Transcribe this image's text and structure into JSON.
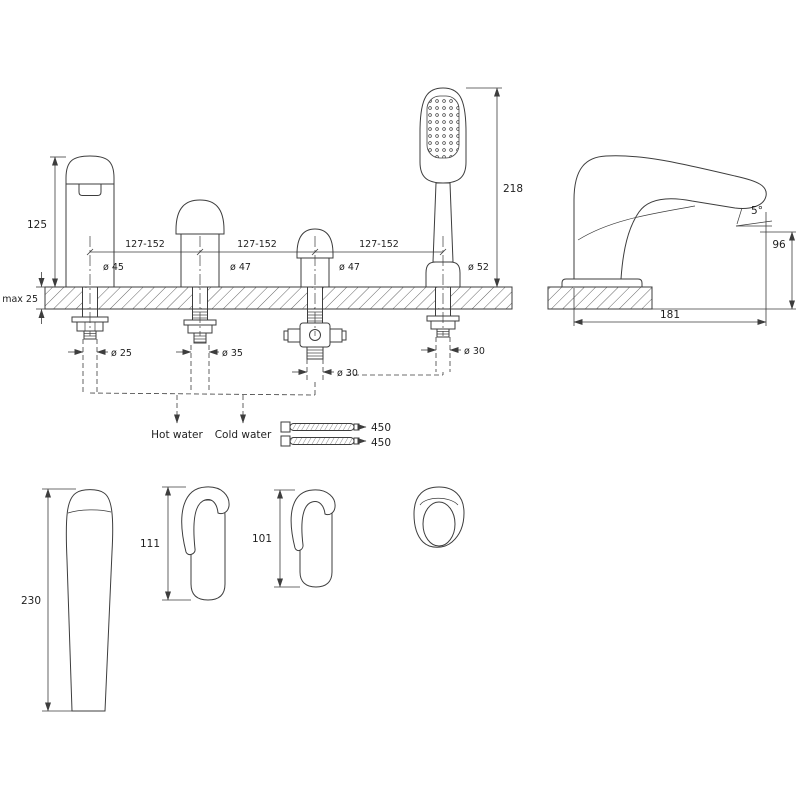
{
  "meta": {
    "title": "Bath mixer installation technical drawing"
  },
  "front": {
    "spout_height": "125",
    "deck_max": "max 25",
    "spacing1": "127-152",
    "spacing2": "127-152",
    "spacing3": "127-152",
    "spout_dia": "ø 45",
    "handle1_dia": "ø 47",
    "handle2_dia": "ø 47",
    "shower_dia": "ø 52",
    "shower_height": "218",
    "spout_hole_dia": "ø 25",
    "handle1_hole_dia": "ø 35",
    "valve_hole_dia": "ø 30",
    "shower_hole_dia": "ø 30",
    "hot_water": "Hot water",
    "cold_water": "Cold water",
    "hose1_len": "450",
    "hose2_len": "450"
  },
  "side": {
    "spout_angle": "5°",
    "outlet_height": "96",
    "base_length": "181"
  },
  "parts": {
    "spout_len": "230",
    "handle1_len": "111",
    "handle2_len": "101"
  }
}
